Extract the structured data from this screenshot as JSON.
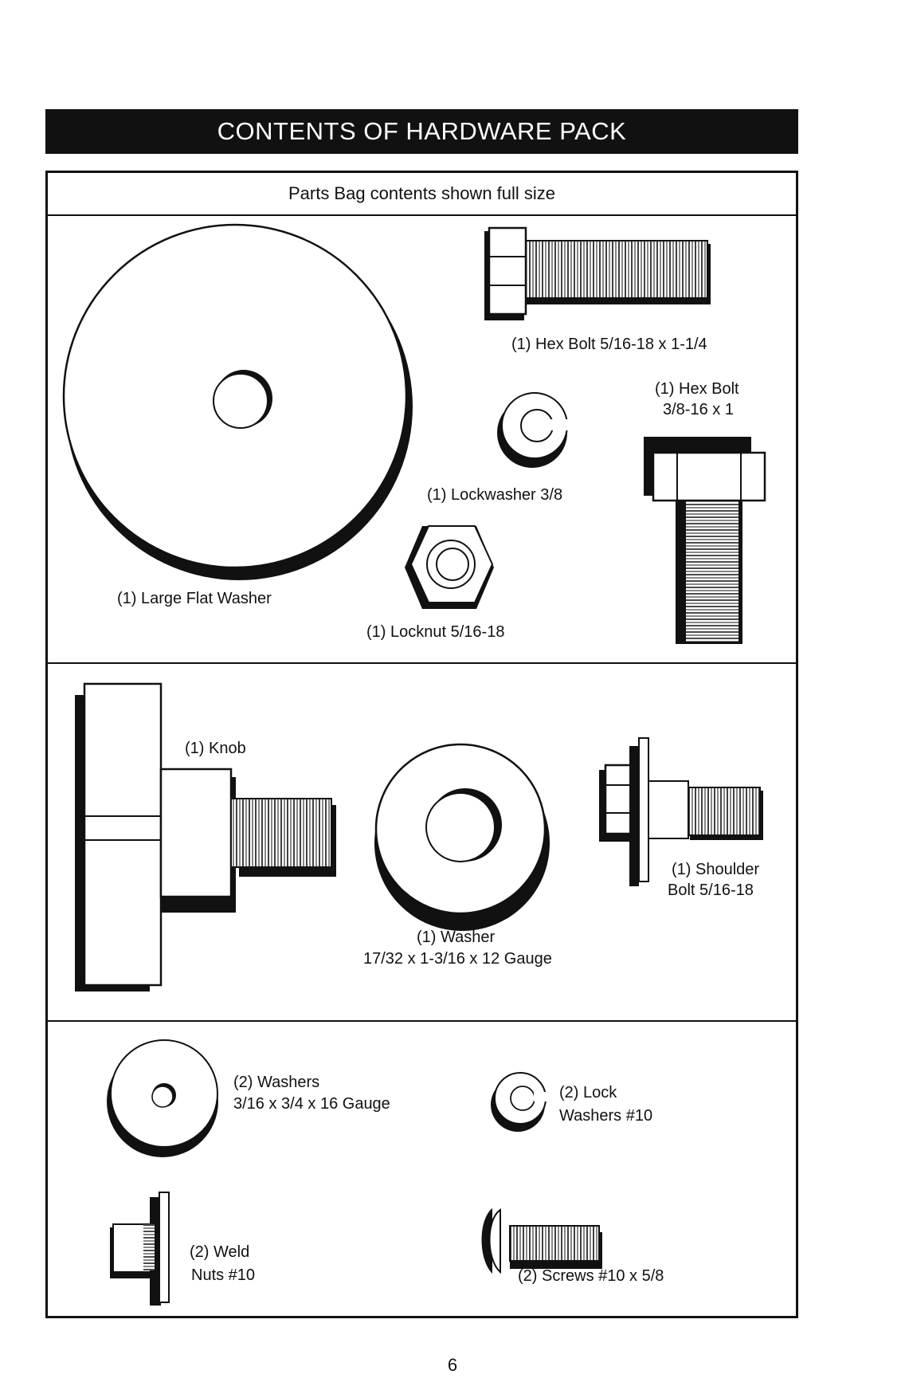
{
  "header": {
    "title": "CONTENTS OF HARDWARE PACK"
  },
  "caption": "Parts Bag contents shown full size",
  "parts": {
    "hex_bolt_1": "(1) Hex Bolt  5/16-18 x 1-1/4",
    "hex_bolt_2_line1": "(1) Hex Bolt",
    "hex_bolt_2_line2": "3/8-16 x 1",
    "lockwasher": "(1) Lockwasher  3/8",
    "large_washer": "(1) Large Flat Washer",
    "locknut": "(1) Locknut  5/16-18",
    "knob": "(1) Knob",
    "washer_line1": "(1) Washer",
    "washer_line2": "17/32 x 1-3/16 x 12 Gauge",
    "shoulder_line1": "(1) Shoulder",
    "shoulder_line2": "Bolt  5/16-18",
    "washers2_line1": "(2) Washers",
    "washers2_line2": "3/16 x 3/4 x 16 Gauge",
    "lockwashers2_line1": "(2) Lock",
    "lockwashers2_line2": "Washers  #10",
    "weldnuts_line1": "(2) Weld",
    "weldnuts_line2": "Nuts  #10",
    "screws": "(2) Screws  #10 x 5/8"
  },
  "footer": {
    "page_number": "6"
  }
}
